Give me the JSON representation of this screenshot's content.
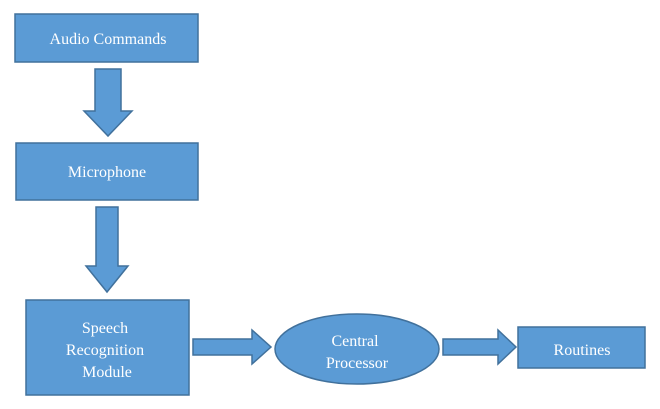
{
  "diagram": {
    "colors": {
      "fill": "#5B9BD5",
      "stroke": "#41719C",
      "text": "#FFFFFF",
      "background": "#FFFFFF"
    },
    "nodes": {
      "audio_commands": {
        "label": "Audio Commands"
      },
      "microphone": {
        "label": "Microphone"
      },
      "speech_recognition": {
        "lines": [
          "Speech",
          "Recognition",
          "Module"
        ]
      },
      "central_processor": {
        "lines": [
          "Central",
          "Processor"
        ]
      },
      "routines": {
        "label": "Routines"
      }
    },
    "edges": [
      {
        "from": "audio_commands",
        "to": "microphone"
      },
      {
        "from": "microphone",
        "to": "speech_recognition"
      },
      {
        "from": "speech_recognition",
        "to": "central_processor"
      },
      {
        "from": "central_processor",
        "to": "routines"
      }
    ]
  }
}
